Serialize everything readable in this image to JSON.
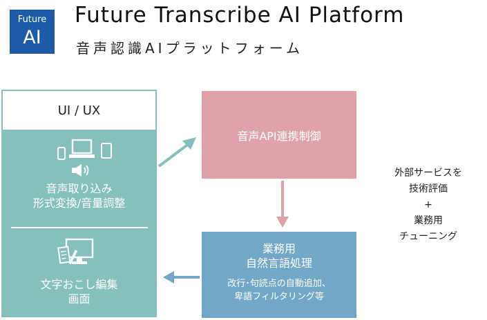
{
  "logo": {
    "line1": "Future",
    "line2": "AI"
  },
  "header": {
    "title": "Future Transcribe AI Platform",
    "subtitle": "音声認識AIプラットフォーム"
  },
  "ui_panel": {
    "header": "UI / UX",
    "features": [
      "音声取り込み",
      "形式変換/音量調整"
    ],
    "edit_screen": [
      "文字おこし編集",
      "画面"
    ]
  },
  "api_box": {
    "label": "音声API連携制御"
  },
  "nlp_box": {
    "title": [
      "業務用",
      "自然言語処理"
    ],
    "detail": [
      "改行･句読点の自動追加、",
      "卑語フィルタリング等"
    ]
  },
  "note": {
    "lines": [
      "外部サービスを",
      "技術評価",
      "+",
      "業務用",
      "チューニング"
    ]
  },
  "colors": {
    "logo": "#1d5aa8",
    "ui_panel": "#86c0bc",
    "api_box": "#dfa2aa",
    "nlp_box": "#73a7c8",
    "arrow_teal": "#86c0bc",
    "arrow_pink": "#dfa2aa",
    "arrow_blue": "#73a7c8"
  },
  "icons": [
    "smartphone-icon",
    "laptop-icon",
    "tablet-icon",
    "speaker-icon",
    "monitor-pen-icon"
  ]
}
